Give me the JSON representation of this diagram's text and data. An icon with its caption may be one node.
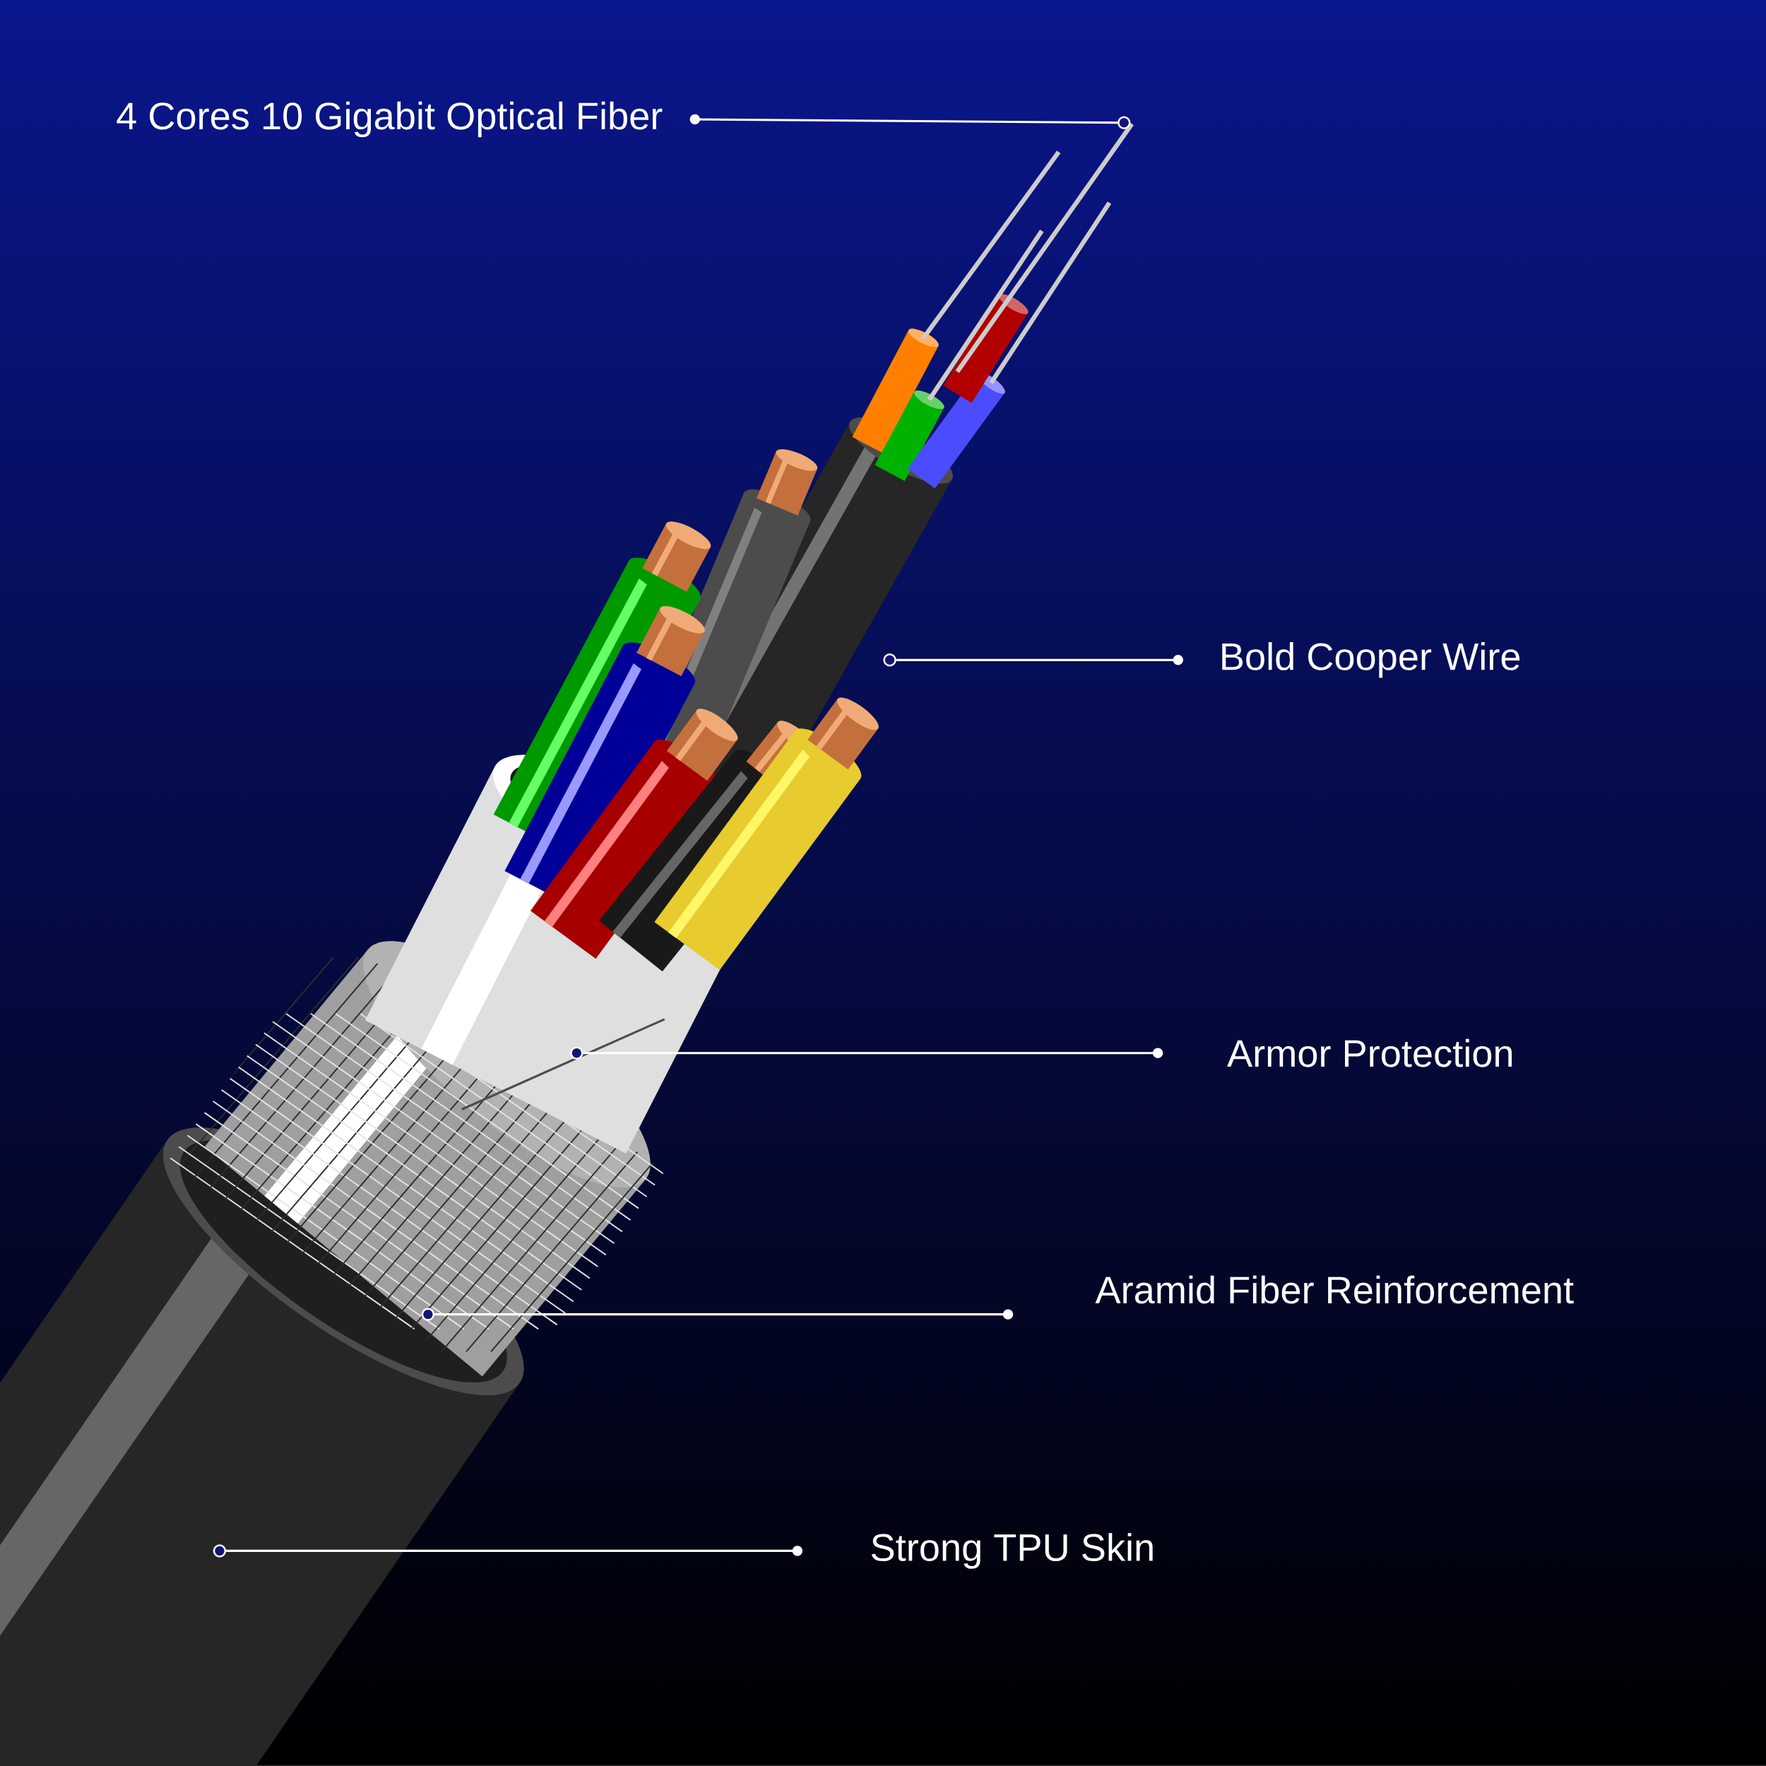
{
  "diagram": {
    "nodes": [
      {
        "text": [
          "4 Cores 10 Gigabit Optical Fiber"
        ]
      },
      {
        "text": [],
        "shape": "circle"
      },
      {
        "text": [
          "Bold Cooper Wire"
        ]
      },
      {
        "text": [],
        "shape": "circle"
      },
      {
        "text": [
          "Armor Protection"
        ]
      },
      {
        "text": [],
        "shape": "circle"
      },
      {
        "text": [
          "Aramid Fiber Reinforcement"
        ]
      },
      {
        "text": [],
        "shape": "circle"
      },
      {
        "text": [
          "Strong TPU Skin"
        ]
      },
      {
        "text": [],
        "shape": "circle"
      }
    ],
    "edges": [
      {
        "from": 0,
        "to": 1,
        "arrow": "other"
      },
      {
        "from": 2,
        "to": 3,
        "arrow": "other"
      },
      {
        "from": 4,
        "to": 5,
        "arrow": "other"
      },
      {
        "from": 6,
        "to": 7,
        "arrow": "other"
      },
      {
        "from": 8,
        "to": 9,
        "arrow": "other"
      }
    ]
  }
}
